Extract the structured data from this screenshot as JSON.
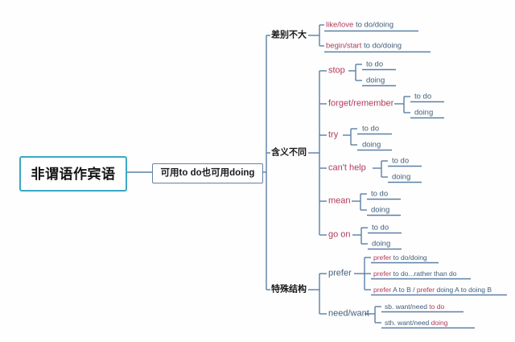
{
  "diagram": {
    "type": "mind-map",
    "root": {
      "label": "非谓语作宾语",
      "border_color": "#39a9c4"
    },
    "level2": {
      "label": "可用to do也可用doing",
      "border_color": "#6a7fa8"
    },
    "branches": [
      {
        "label": "差别不大",
        "items": [
          {
            "label": "like/love",
            "children": [
              {
                "prefix": "like/love",
                "text": " to do/doing"
              },
              {
                "prefix": "begin/start",
                "text": " to do/doing"
              }
            ]
          }
        ],
        "leaves": [
          {
            "prefix": "like/love",
            "text": " to do/doing"
          },
          {
            "prefix": "begin/start",
            "text": " to do/doing"
          }
        ]
      },
      {
        "label": "含义不同",
        "verbs": [
          {
            "label": "stop",
            "children": [
              "to do",
              "doing"
            ]
          },
          {
            "label": "forget/remember",
            "children": [
              "to do",
              "doing"
            ]
          },
          {
            "label": "try",
            "children": [
              "to do",
              "doing"
            ]
          },
          {
            "label": "can't help",
            "children": [
              "to do",
              "doing"
            ]
          },
          {
            "label": "mean",
            "children": [
              "to do",
              "doing"
            ]
          },
          {
            "label": "go on",
            "children": [
              "to do",
              "doing"
            ]
          }
        ]
      },
      {
        "label": "特殊结构",
        "verbs": [
          {
            "label": "prefer",
            "children": [
              {
                "prefix": "prefer",
                "text": " to do/doing"
              },
              {
                "prefix": "prefer",
                "text": " to do...rather than do"
              },
              {
                "prefix": "prefer",
                "text": " A to B / ",
                "prefix2": "prefer",
                "text2": " doing A to doing B"
              }
            ]
          },
          {
            "label": "need/want",
            "children": [
              {
                "prefix": "sb. want/need ",
                "text": "to do"
              },
              {
                "prefix": "sth. want/need ",
                "text": "doing"
              }
            ]
          }
        ]
      }
    ],
    "colors": {
      "line": "#5b7fa6",
      "line_dark": "#4a6a88",
      "verb_red": "#b03a5b",
      "leaf_blue": "#3f5d7a",
      "root_border": "#39a9c4"
    }
  }
}
